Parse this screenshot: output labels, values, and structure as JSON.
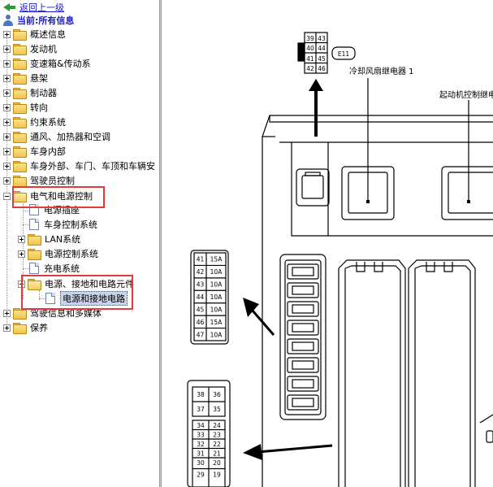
{
  "nav": {
    "back_label": "返回上一级",
    "current_label": "当前:所有信息"
  },
  "tree": {
    "items": [
      {
        "label": "概述信息",
        "expanded": false
      },
      {
        "label": "发动机",
        "expanded": false
      },
      {
        "label": "变速箱&传动系",
        "expanded": false
      },
      {
        "label": "悬架",
        "expanded": false
      },
      {
        "label": "制动器",
        "expanded": false
      },
      {
        "label": "转向",
        "expanded": false
      },
      {
        "label": "约束系统",
        "expanded": false
      },
      {
        "label": "通风、加热器和空调",
        "expanded": false
      },
      {
        "label": "车身内部",
        "expanded": false
      },
      {
        "label": "车身外部、车门、车顶和车辆安",
        "expanded": false
      },
      {
        "label": "驾驶员控制",
        "expanded": false
      },
      {
        "label": "电气和电源控制",
        "expanded": true
      },
      {
        "label": "驾驶信息和多媒体",
        "expanded": false
      },
      {
        "label": "保养",
        "expanded": false
      }
    ],
    "electrical_children": [
      {
        "label": "电源插座",
        "type": "doc"
      },
      {
        "label": "车身控制系统",
        "type": "doc"
      },
      {
        "label": "LAN系统",
        "type": "folder"
      },
      {
        "label": "电源控制系统",
        "type": "folder"
      },
      {
        "label": "充电系统",
        "type": "doc"
      },
      {
        "label": "电源、接地和电路元件",
        "type": "folder-open"
      }
    ],
    "power_children": [
      {
        "label": "电源和接地电路",
        "type": "doc",
        "selected": true
      }
    ]
  },
  "diagram": {
    "connector_id": "E11",
    "relay1_label": "冷却风扇继电器 1",
    "relay2_label": "起动机控制继电器",
    "top_connector_pins": [
      "39",
      "43",
      "40",
      "44",
      "41",
      "45",
      "42",
      "46"
    ],
    "fuses_small": [
      {
        "no": "41",
        "amp": "15A"
      },
      {
        "no": "42",
        "amp": "10A"
      },
      {
        "no": "43",
        "amp": "10A"
      },
      {
        "no": "44",
        "amp": "10A"
      },
      {
        "no": "45",
        "amp": "10A"
      },
      {
        "no": "46",
        "amp": "15A"
      },
      {
        "no": "47",
        "amp": "10A"
      }
    ],
    "fuses_lower_top": [
      {
        "a": "38",
        "b": "36"
      },
      {
        "a": "37",
        "b": "35"
      }
    ],
    "fuses_lower": [
      {
        "a": "34",
        "b": "24"
      },
      {
        "a": "33",
        "b": "23"
      },
      {
        "a": "32",
        "b": "22"
      },
      {
        "a": "31",
        "b": "21"
      },
      {
        "a": "30",
        "b": "20"
      },
      {
        "a": "29",
        "b": "19"
      }
    ]
  },
  "colors": {
    "highlight_box": "#e23b3b",
    "link": "#1a1acc",
    "folder": "#f1c34b",
    "back_arrow": "#2c9a2c"
  }
}
